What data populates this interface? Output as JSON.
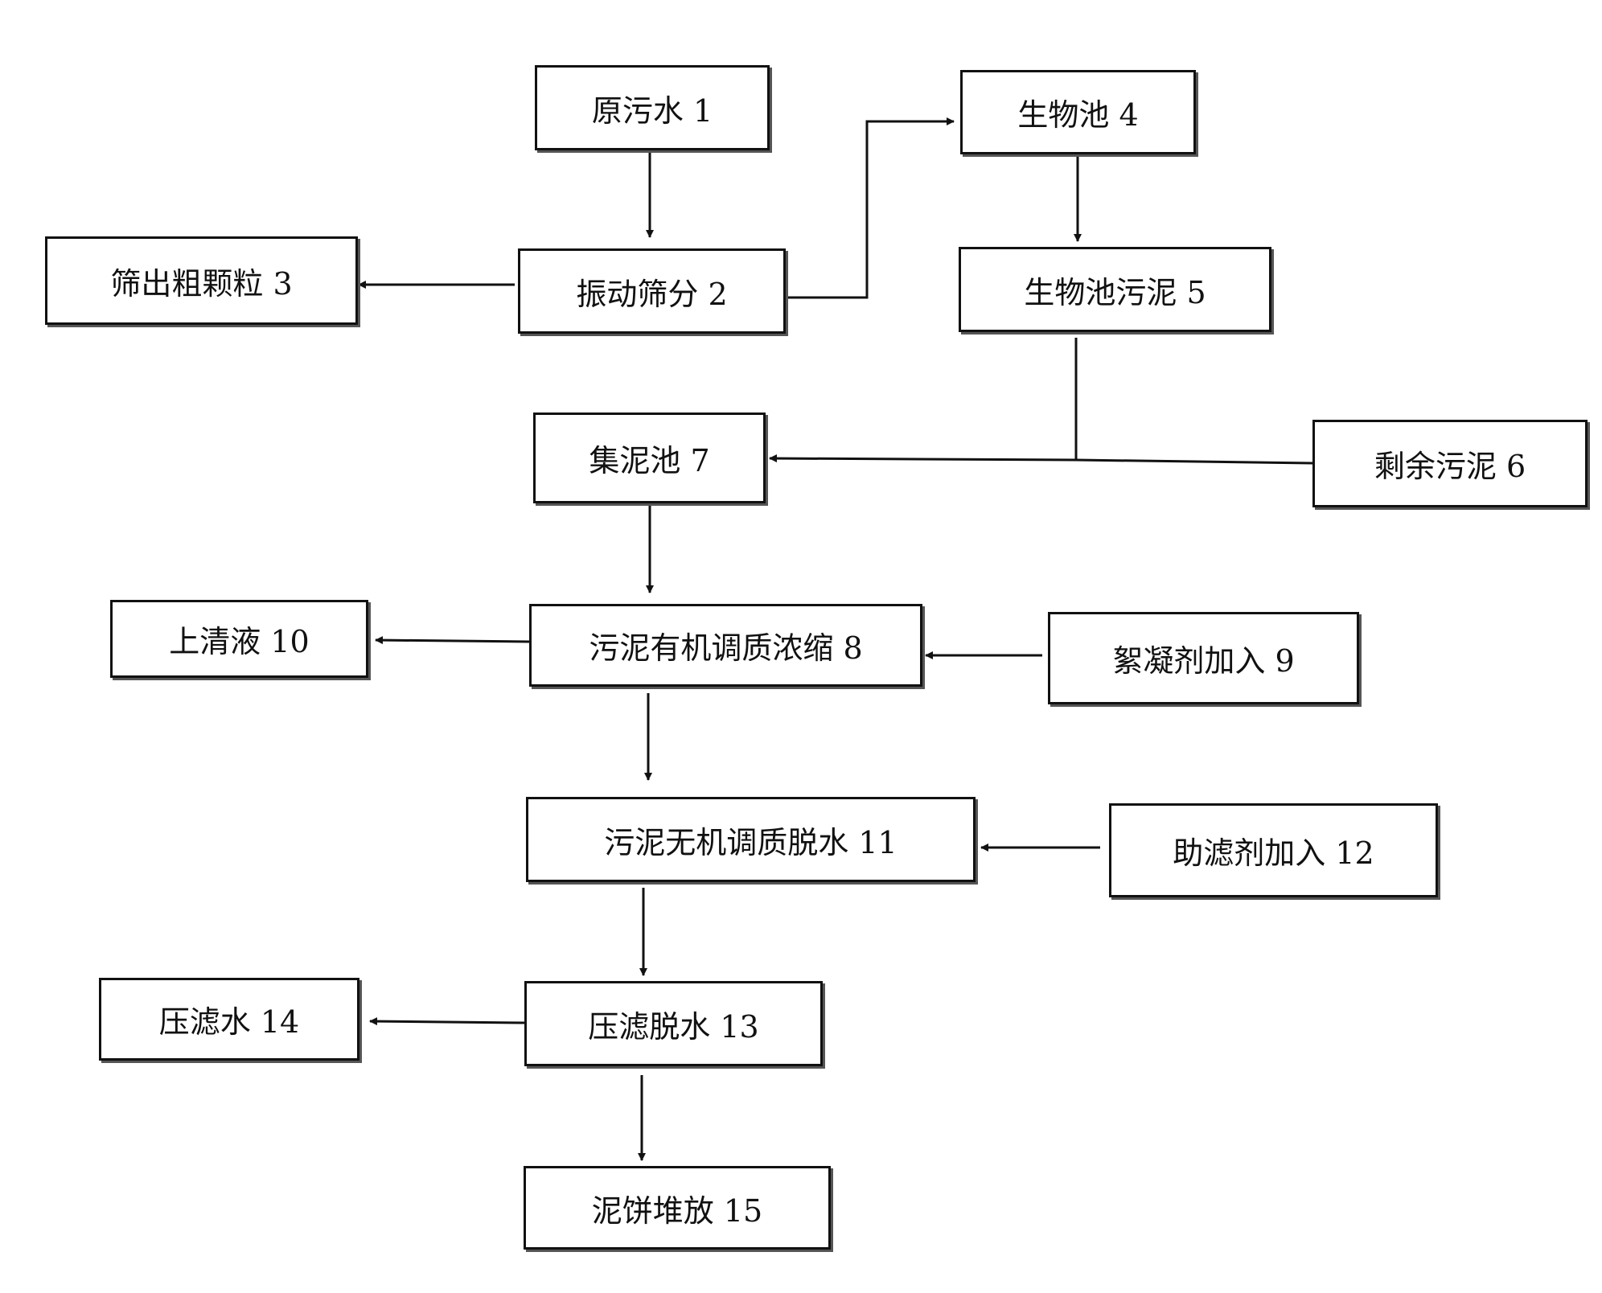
{
  "diagram": {
    "nodes": {
      "n1": "原污水 1",
      "n2": "振动筛分 2",
      "n3": "筛出粗颗粒 3",
      "n4": "生物池 4",
      "n5": "生物池污泥 5",
      "n6": "剩余污泥 6",
      "n7": "集泥池 7",
      "n8": "污泥有机调质浓缩 8",
      "n9": "絮凝剂加入 9",
      "n10": "上清液 10",
      "n11": "污泥无机调质脱水 11",
      "n12": "助滤剂加入 12",
      "n13": "压滤脱水 13",
      "n14": "压滤水 14",
      "n15": "泥饼堆放 15"
    },
    "edges": [
      {
        "from": "n1",
        "to": "n2"
      },
      {
        "from": "n2",
        "to": "n3"
      },
      {
        "from": "n2",
        "to": "n4"
      },
      {
        "from": "n4",
        "to": "n5"
      },
      {
        "from": "n5",
        "to": "n7"
      },
      {
        "from": "n6",
        "to": "n7"
      },
      {
        "from": "n7",
        "to": "n8"
      },
      {
        "from": "n8",
        "to": "n10"
      },
      {
        "from": "n9",
        "to": "n8"
      },
      {
        "from": "n8",
        "to": "n11"
      },
      {
        "from": "n12",
        "to": "n11"
      },
      {
        "from": "n11",
        "to": "n13"
      },
      {
        "from": "n13",
        "to": "n14"
      },
      {
        "from": "n13",
        "to": "n15"
      }
    ],
    "colors": {
      "stroke": "#111111",
      "background": "#ffffff"
    }
  }
}
